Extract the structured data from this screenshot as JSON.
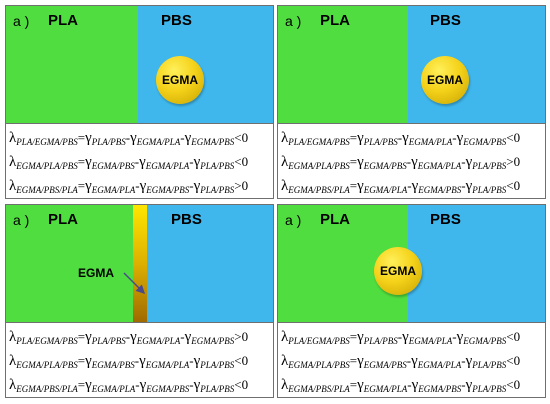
{
  "colors": {
    "pla": "#4fdd3f",
    "pbs": "#3fb7ec",
    "egma_sphere_light": "#fff05a",
    "egma_sphere_dark": "#c7a200",
    "strip_top": "#ffe600",
    "strip_bottom": "#a06a00",
    "arrow": "#4a4a8a",
    "border": "#6f6f6f"
  },
  "panels": [
    {
      "label_a": "a )",
      "label_pla": "PLA",
      "label_pbs": "PBS",
      "egma_label": "EGMA",
      "equations": [
        {
          "lambda_sub": "PLA/EGMA/PBS",
          "g1": "PLA/PBS",
          "g2": "EGMA/PLA",
          "g3": "EGMA/PBS",
          "rel": "<0"
        },
        {
          "lambda_sub": "EGMA/PLA/PBS",
          "g1": "EGMA/PBS",
          "g2": "EGMA/PLA",
          "g3": "PLA/PBS",
          "rel": "<0"
        },
        {
          "lambda_sub": "EGMA/PBS/PLA",
          "g1": "EGMA/PLA",
          "g2": "EGMA/PBS",
          "g3": "PLA/PBS",
          "rel": ">0"
        }
      ]
    },
    {
      "label_a": "a )",
      "label_pla": "PLA",
      "label_pbs": "PBS",
      "egma_label": "EGMA",
      "equations": [
        {
          "lambda_sub": "PLA/EGMA/PBS",
          "g1": "PLA/PBS",
          "g2": "EGMA/PLA",
          "g3": "EGMA/PBS",
          "rel": "<0"
        },
        {
          "lambda_sub": "EGMA/PLA/PBS",
          "g1": "EGMA/PBS",
          "g2": "EGMA/PLA",
          "g3": "PLA/PBS",
          "rel": ">0"
        },
        {
          "lambda_sub": "EGMA/PBS/PLA",
          "g1": "EGMA/PLA",
          "g2": "EGMA/PBS",
          "g3": "PLA/PBS",
          "rel": "<0"
        }
      ]
    },
    {
      "label_a": "a )",
      "label_pla": "PLA",
      "label_pbs": "PBS",
      "egma_label": "EGMA",
      "equations": [
        {
          "lambda_sub": "PLA/EGMA/PBS",
          "g1": "PLA/PBS",
          "g2": "EGMA/PLA",
          "g3": "EGMA/PBS",
          "rel": ">0"
        },
        {
          "lambda_sub": "EGMA/PLA/PBS",
          "g1": "EGMA/PBS",
          "g2": "EGMA/PLA",
          "g3": "PLA/PBS",
          "rel": "<0"
        },
        {
          "lambda_sub": "EGMA/PBS/PLA",
          "g1": "EGMA/PLA",
          "g2": "EGMA/PBS",
          "g3": "PLA/PBS",
          "rel": "<0"
        }
      ]
    },
    {
      "label_a": "a )",
      "label_pla": "PLA",
      "label_pbs": "PBS",
      "egma_label": "EGMA",
      "equations": [
        {
          "lambda_sub": "PLA/EGMA/PBS",
          "g1": "PLA/PBS",
          "g2": "EGMA/PLA",
          "g3": "EGMA/PBS",
          "rel": "<0"
        },
        {
          "lambda_sub": "EGMA/PLA/PBS",
          "g1": "EGMA/PBS",
          "g2": "EGMA/PLA",
          "g3": "PLA/PBS",
          "rel": "<0"
        },
        {
          "lambda_sub": "EGMA/PBS/PLA",
          "g1": "EGMA/PLA",
          "g2": "EGMA/PBS",
          "g3": "PLA/PBS",
          "rel": "<0"
        }
      ]
    }
  ]
}
